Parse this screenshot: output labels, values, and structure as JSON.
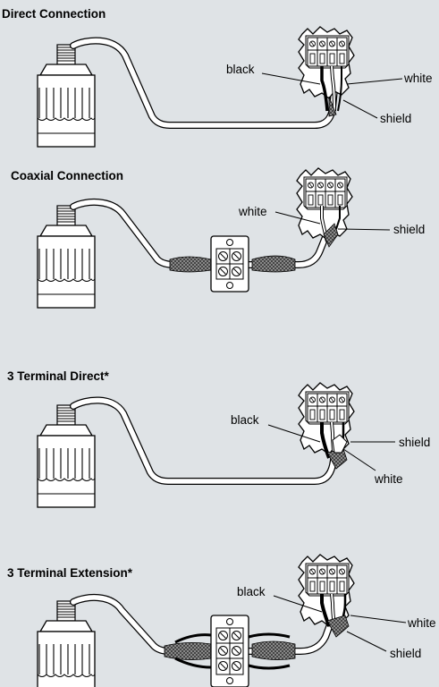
{
  "diagrams": [
    {
      "title": "Direct Connection",
      "labels": [
        "black",
        "white",
        "shield"
      ]
    },
    {
      "title": "Coaxial Connection",
      "labels": [
        "white",
        "shield"
      ]
    },
    {
      "title": "3  Terminal Direct*",
      "labels": [
        "black",
        "shield",
        "white"
      ]
    },
    {
      "title": "3 Terminal Extension*",
      "labels": [
        "black",
        "white",
        "shield"
      ]
    }
  ],
  "colors": {
    "background": "#dfe3e6",
    "cable": "#ffffff",
    "outline": "#000000",
    "shield_braid": "#6f6f6f",
    "wall": "#ffffff"
  }
}
